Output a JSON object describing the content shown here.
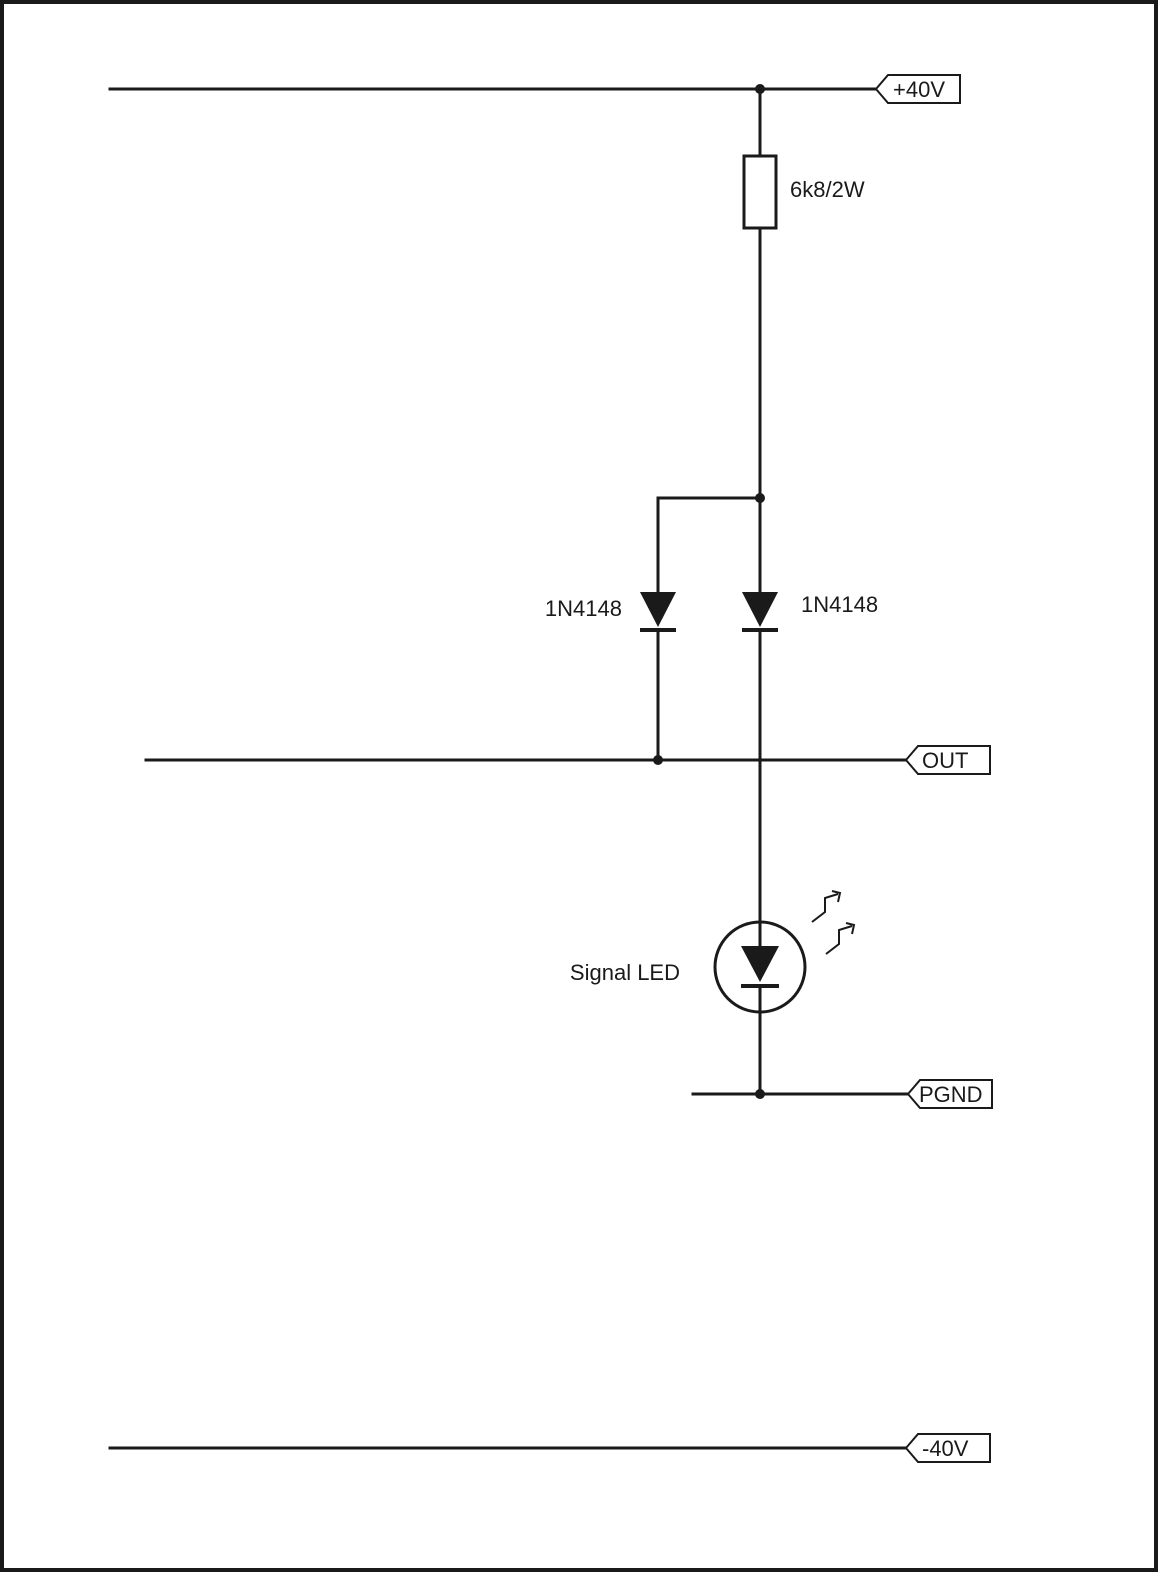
{
  "schematic": {
    "nets": {
      "plus40v": "+40V",
      "out": "OUT",
      "pgnd": "PGND",
      "minus40v": "-40V"
    },
    "components": {
      "resistor_value": "6k8/2W",
      "diode_left": "1N4148",
      "diode_right": "1N4148",
      "led": "Signal LED"
    }
  }
}
